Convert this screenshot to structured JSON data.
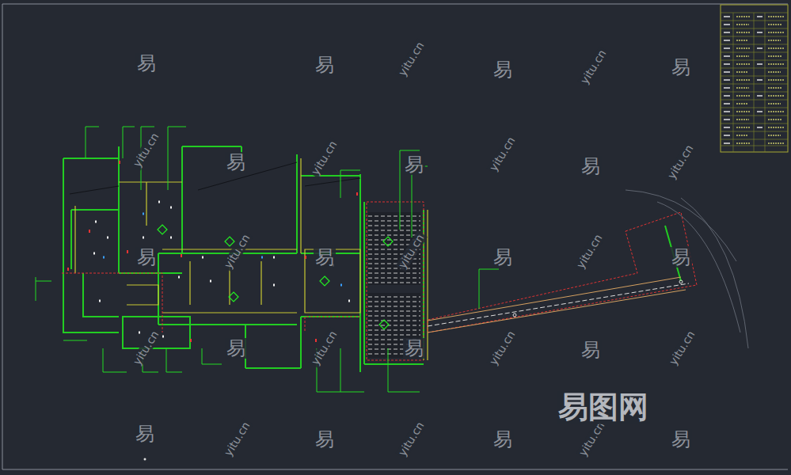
{
  "diagram": {
    "labels": [
      "易",
      "易",
      "易",
      "易",
      "易",
      "易",
      "易",
      "易",
      "易",
      "易",
      "易",
      "易",
      "易",
      "易",
      "易",
      "易",
      "易",
      "易",
      "yitu.cn",
      "yitu.cn",
      "yitu.cn",
      "yitu.cn",
      "yitu.cn",
      "yitu.cn",
      "yitu.cn",
      "yitu.cn",
      "yitu.cn",
      "yitu.cn",
      "yitu.cn",
      "yitu.cn",
      "yitu.cn",
      "yitu.cn",
      "yitu.cn",
      "yitu.cn",
      "易图网"
    ]
  }
}
